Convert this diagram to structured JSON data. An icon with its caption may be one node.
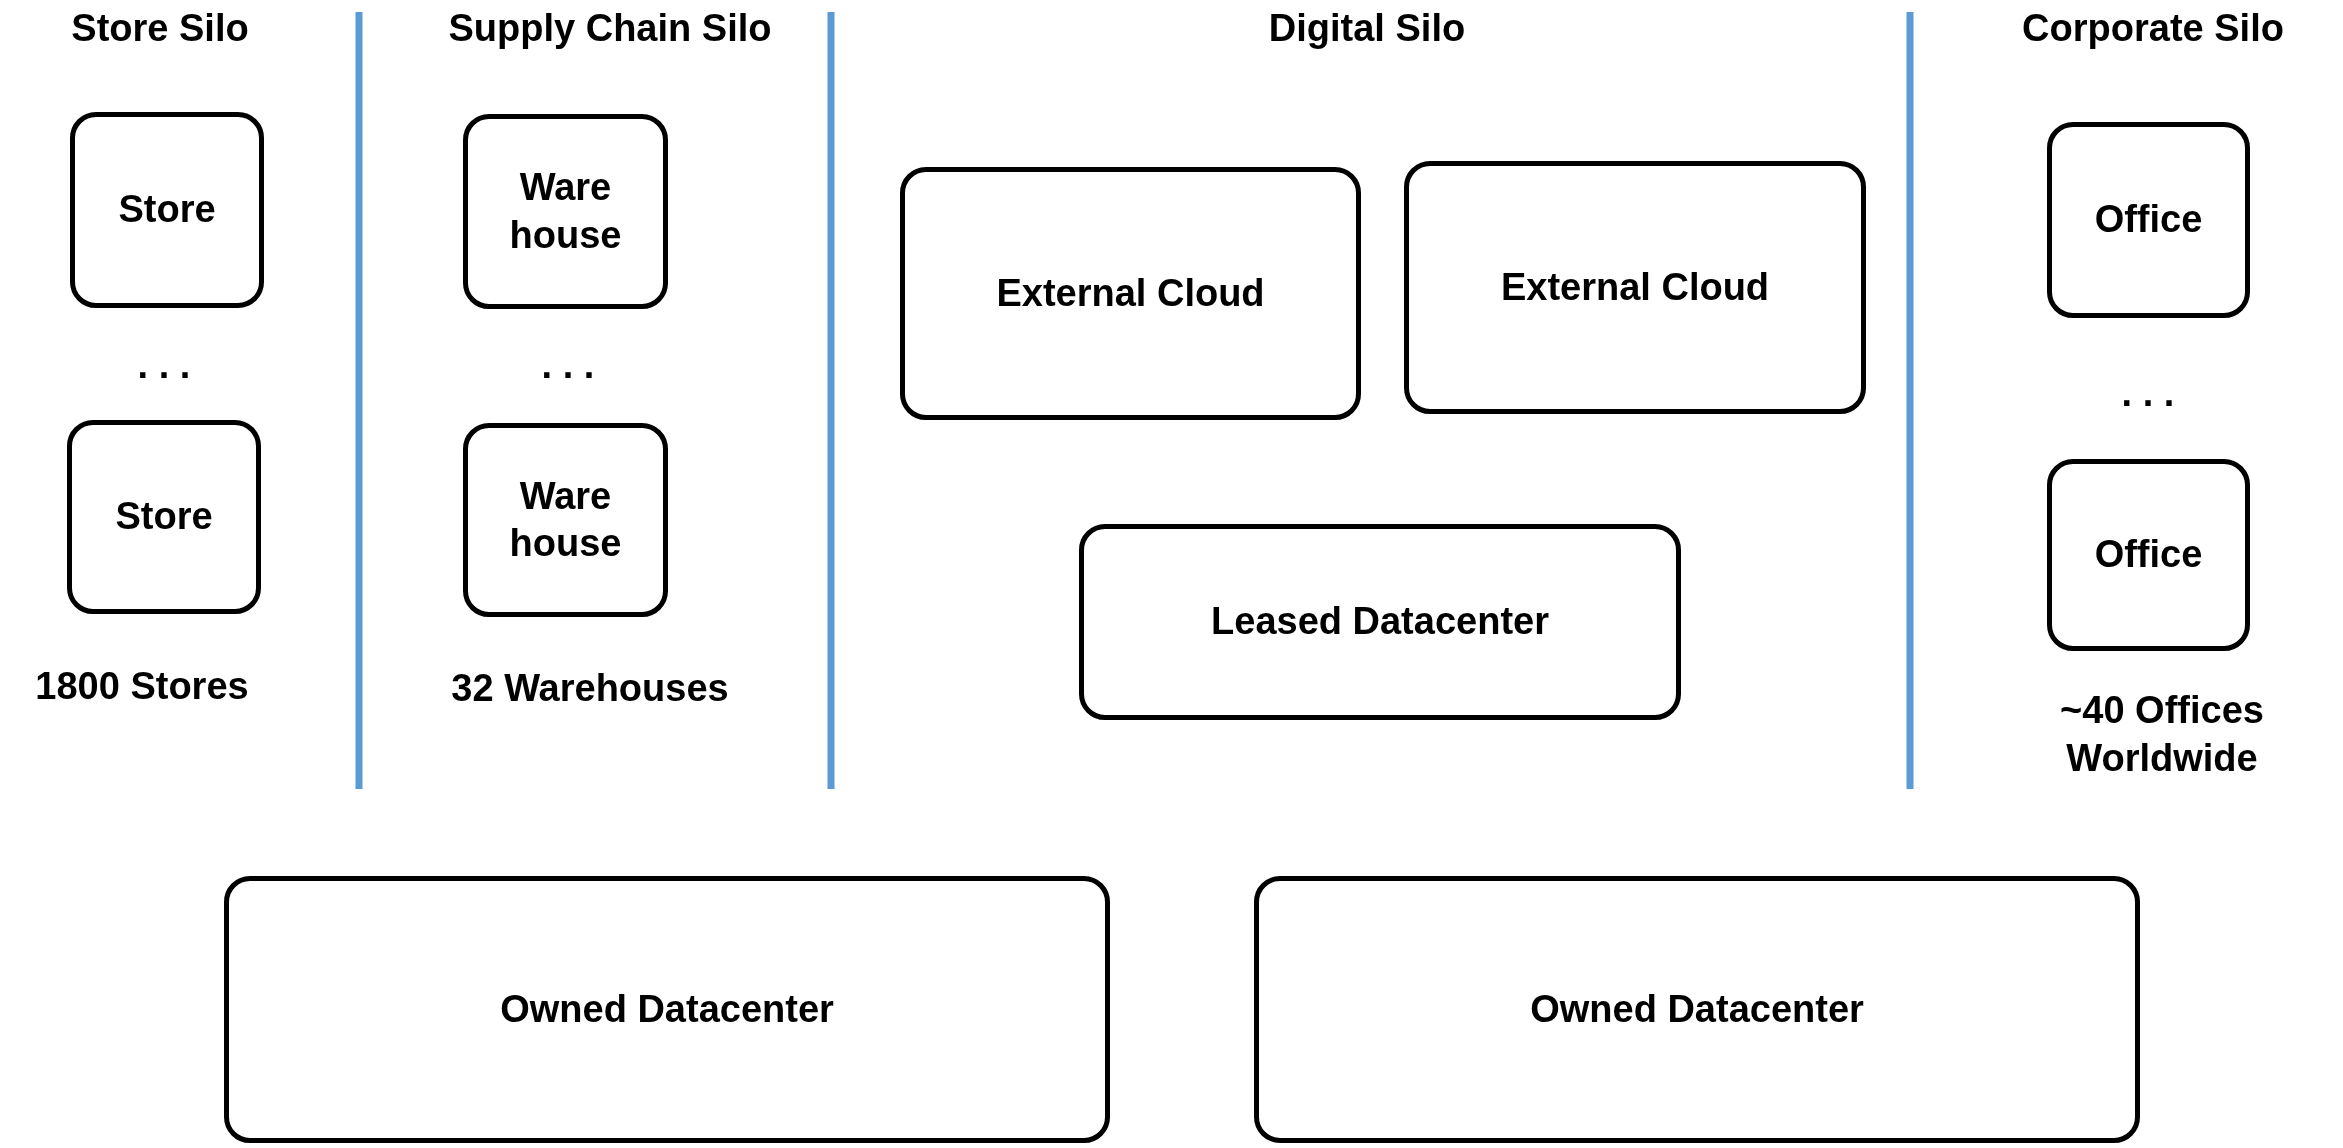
{
  "diagram": {
    "nodes": [
      {
        "text": [
          "Store"
        ]
      },
      {
        "text": [
          "Store"
        ]
      },
      {
        "text": [
          "Ware house"
        ]
      },
      {
        "text": [
          "Ware house"
        ]
      },
      {
        "text": [
          "External Cloud"
        ]
      },
      {
        "text": [
          "External Cloud"
        ]
      },
      {
        "text": [
          "Leased Datacenter"
        ]
      },
      {
        "text": [
          "Office"
        ]
      },
      {
        "text": [
          "Office"
        ]
      },
      {
        "text": [
          "Owned Datacenter"
        ]
      },
      {
        "text": [
          "Owned Datacenter"
        ]
      }
    ],
    "labels": [
      "Store Silo",
      "Supply Chain Silo",
      "Digital Silo",
      "Corporate Silo",
      ". . .",
      ". . .",
      ". . .",
      "1800 Stores",
      "32 Warehouses",
      "~40 Offices Worldwide"
    ]
  }
}
